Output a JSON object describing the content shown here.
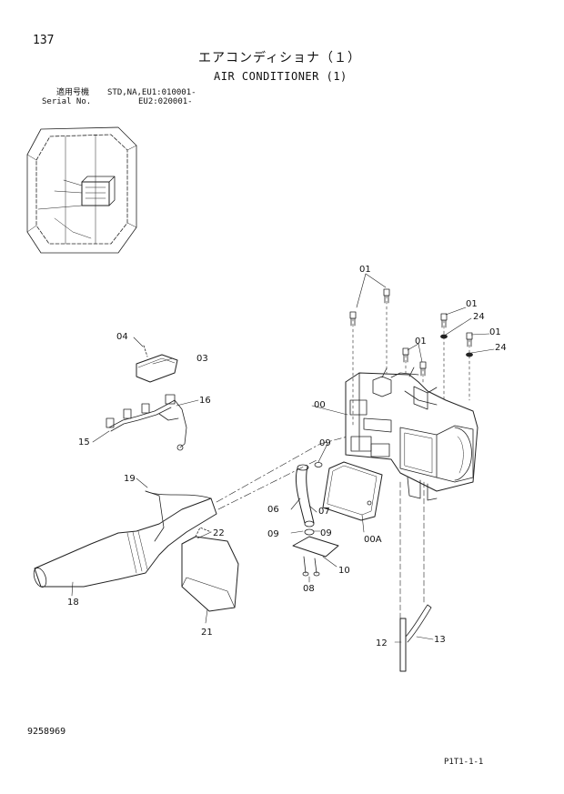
{
  "page_number": "137",
  "title_jp": "エアコンディショナ（１）",
  "title_en": "AIR CONDITIONER (1)",
  "applicability": {
    "label_jp": "適用号機",
    "label_en": "Serial No.",
    "line1": "STD,NA,EU1:010001-",
    "line2": "EU2:020001-"
  },
  "callouts": {
    "c01a": "01",
    "c01b": "01",
    "c01c": "01",
    "c01d": "01",
    "c24a": "24",
    "c24b": "24",
    "c00": "00",
    "c00A": "00A",
    "c03": "03",
    "c04": "04",
    "c06": "06",
    "c07": "07",
    "c08": "08",
    "c09a": "09",
    "c09b": "09",
    "c09c": "09",
    "c10": "10",
    "c12": "12",
    "c13": "13",
    "c15": "15",
    "c16": "16",
    "c18": "18",
    "c19": "19",
    "c21": "21",
    "c22": "22"
  },
  "doc_number": "9258969",
  "page_ref": "P1T1-1-1"
}
